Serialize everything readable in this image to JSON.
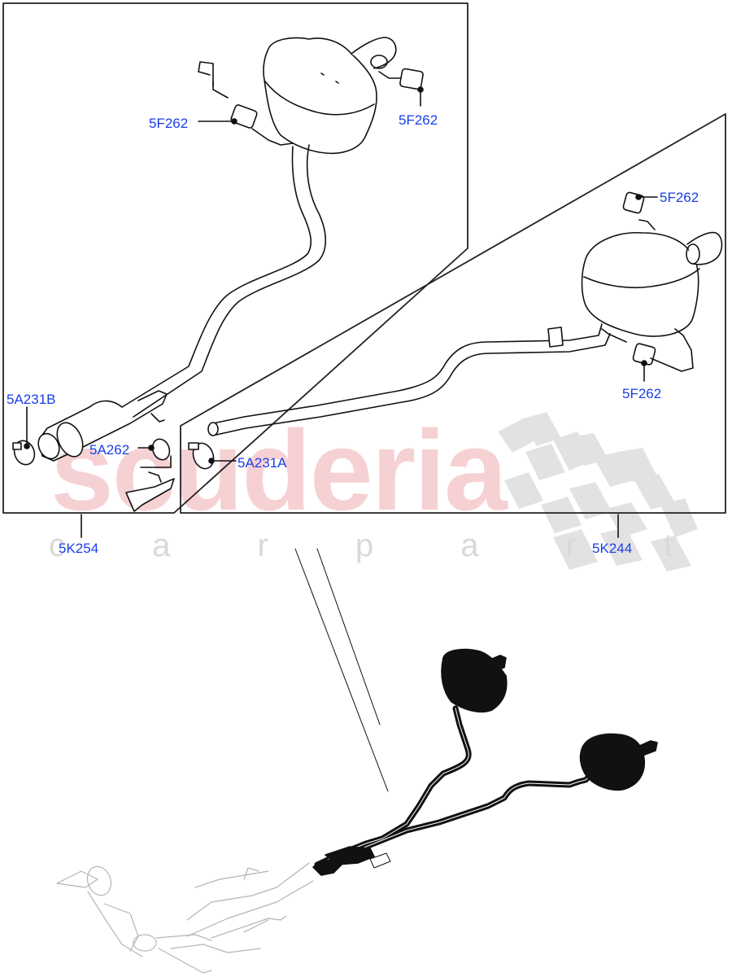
{
  "diagram": {
    "type": "exploded-parts-diagram",
    "subject": "exhaust-system",
    "colors": {
      "callout": "#1a3ee8",
      "line": "#111111",
      "frame": "#222222",
      "watermark_red": "#f5c9cc",
      "watermark_grey": "#d9d9d9",
      "ghost_line": "#b5b5b5"
    },
    "watermark": {
      "main": "scuderia",
      "sub": "c a r   p a r t s"
    },
    "groups": [
      {
        "id": "left-assembly",
        "label": "5K254",
        "callouts": [
          {
            "label": "5F262",
            "position": "left-hanger"
          },
          {
            "label": "5F262",
            "position": "right-hanger"
          },
          {
            "label": "5A231B",
            "position": "front-clamp"
          },
          {
            "label": "5A262",
            "position": "mount-insulator"
          }
        ]
      },
      {
        "id": "right-assembly",
        "label": "5K244",
        "callouts": [
          {
            "label": "5F262",
            "position": "upper-hanger"
          },
          {
            "label": "5F262",
            "position": "lower-hanger"
          },
          {
            "label": "5A231A",
            "position": "front-clamp"
          }
        ]
      }
    ],
    "labels": {
      "c_5F262_a": "5F262",
      "c_5F262_b": "5F262",
      "c_5F262_c": "5F262",
      "c_5F262_d": "5F262",
      "c_5A231B": "5A231B",
      "c_5A262": "5A262",
      "c_5A231A": "5A231A",
      "g_5K254": "5K254",
      "g_5K244": "5K244"
    }
  }
}
